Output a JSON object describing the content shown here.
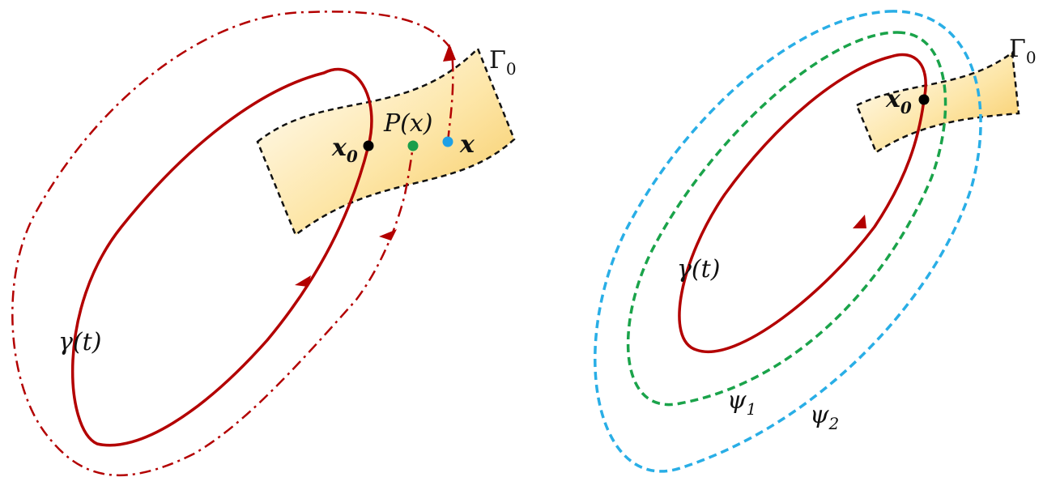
{
  "colors": {
    "trajectory": "#b30000",
    "section_fill": "#fbd77a",
    "section_border": "#111111",
    "point_x0": "#000000",
    "point_P": "#1a9e4b",
    "point_x": "#1ea0e6",
    "psi1": "#1aa34a",
    "psi2": "#29aee6"
  },
  "left": {
    "section_label": "Γ",
    "section_sub": "0",
    "gamma_label": "γ(t)",
    "x0_main": "x",
    "x0_sub": "0",
    "P_label": "P(x)",
    "x_label": "x"
  },
  "right": {
    "section_label": "Γ",
    "section_sub": "0",
    "gamma_label": "γ(t)",
    "x0_main": "x",
    "x0_sub": "0",
    "psi1_main": "ψ",
    "psi1_sub": "1",
    "psi2_main": "ψ",
    "psi2_sub": "2"
  },
  "icons": [
    "arrowhead-icon"
  ]
}
